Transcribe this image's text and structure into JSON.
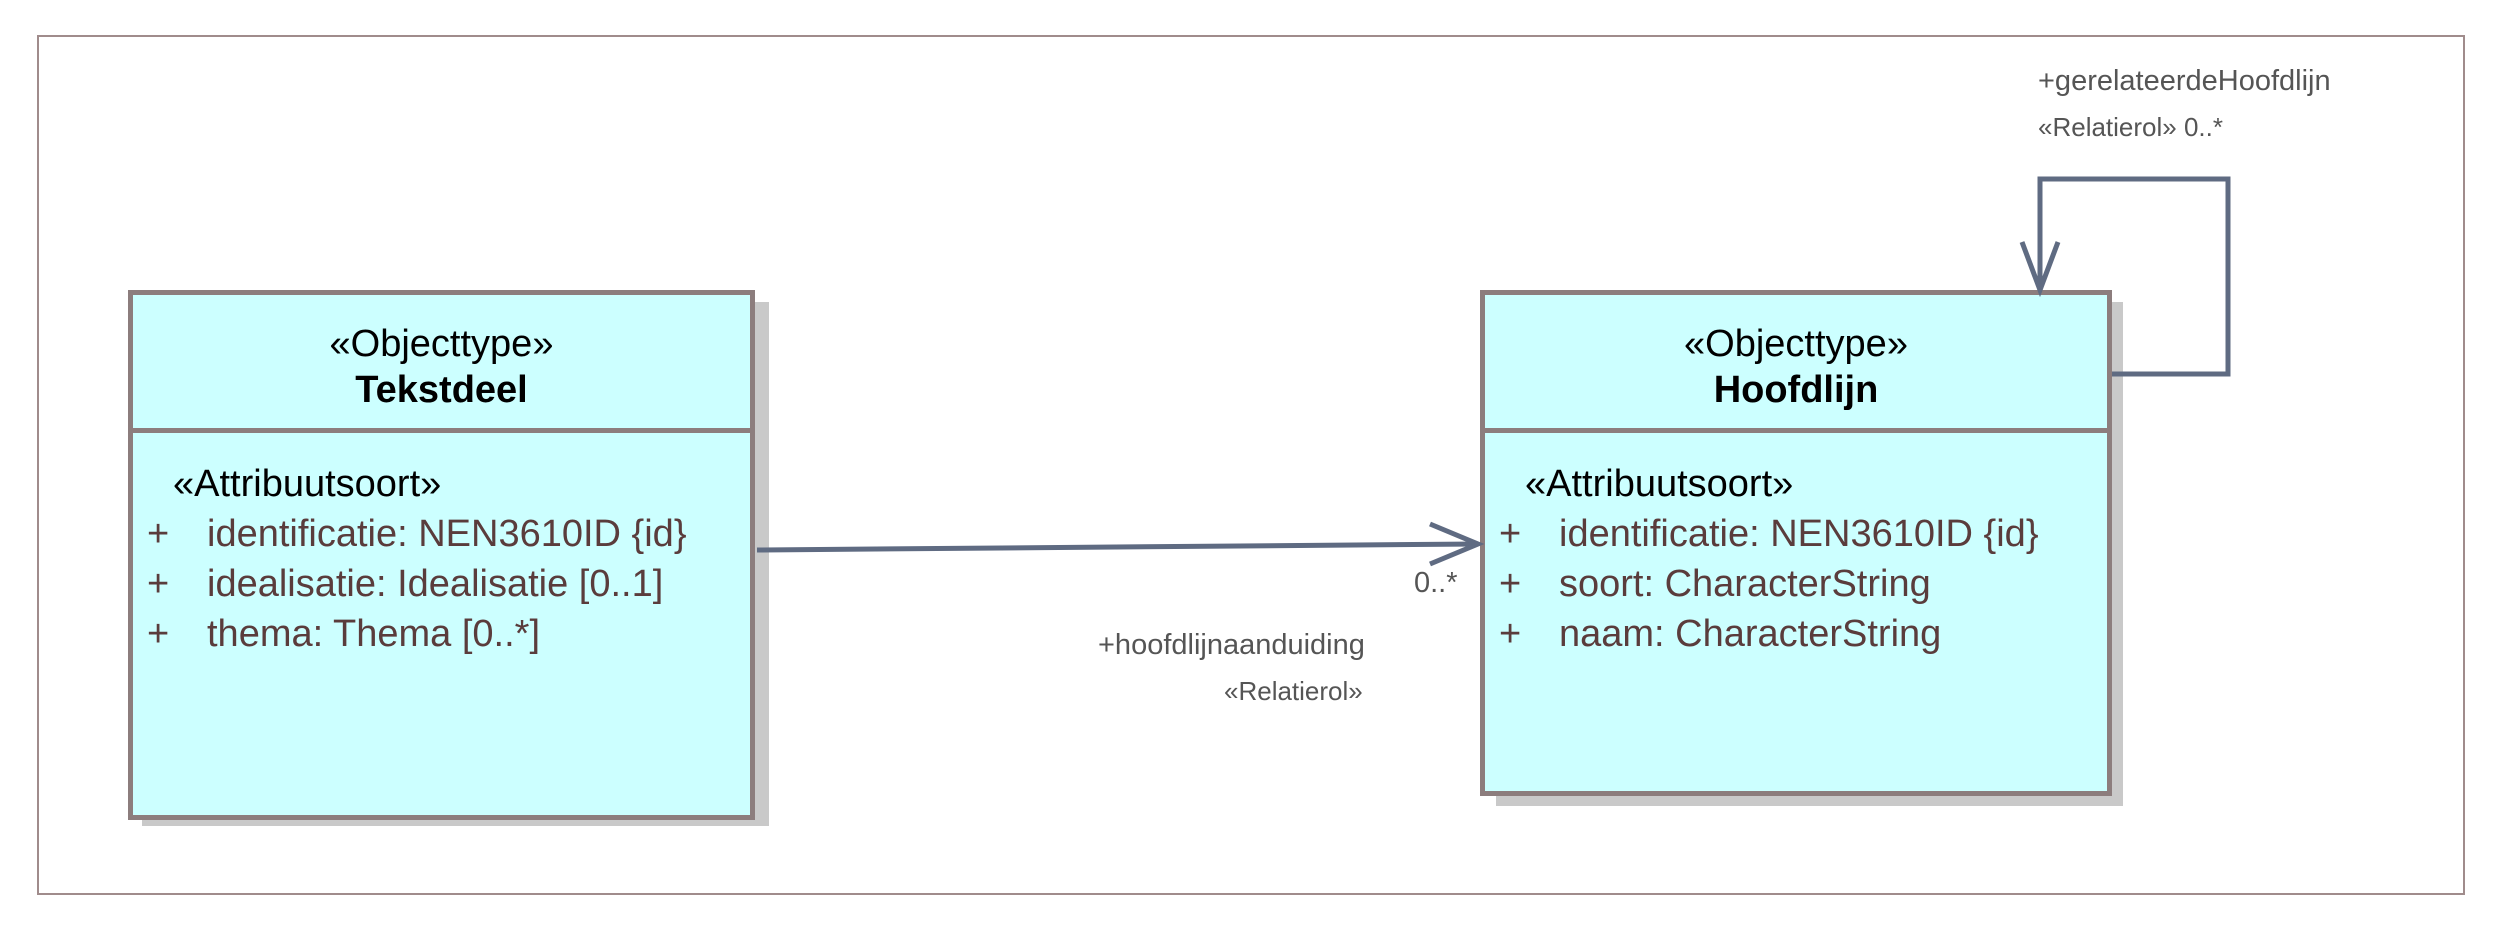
{
  "classes": {
    "tekstdeel": {
      "stereotype": "«Objecttype»",
      "name": "Tekstdeel",
      "attr_stereotype": "«Attribuutsoort»",
      "attributes": [
        {
          "vis": "+",
          "text": "identificatie: NEN3610ID {id}"
        },
        {
          "vis": "+",
          "text": "idealisatie: Idealisatie [0..1]"
        },
        {
          "vis": "+",
          "text": "thema: Thema [0..*]"
        }
      ]
    },
    "hoofdlijn": {
      "stereotype": "«Objecttype»",
      "name": "Hoofdlijn",
      "attr_stereotype": "«Attribuutsoort»",
      "attributes": [
        {
          "vis": "+",
          "text": "identificatie: NEN3610ID {id}"
        },
        {
          "vis": "+",
          "text": "soort: CharacterString"
        },
        {
          "vis": "+",
          "text": "naam: CharacterString"
        }
      ]
    }
  },
  "associations": {
    "hoofdlijnaanduiding": {
      "role": "+hoofdlijnaanduiding",
      "stereotype": "«Relatierol»",
      "multiplicity": "0..*"
    },
    "gerelateerde": {
      "role": "+gerelateerdeHoofdlijn",
      "stereotype_multiplicity": "«Relatierol» 0..*"
    }
  },
  "colors": {
    "class_fill": "#ccffff",
    "class_border": "#8c7d7d",
    "edge": "#5f6b82",
    "frame": "#a08c8c"
  }
}
